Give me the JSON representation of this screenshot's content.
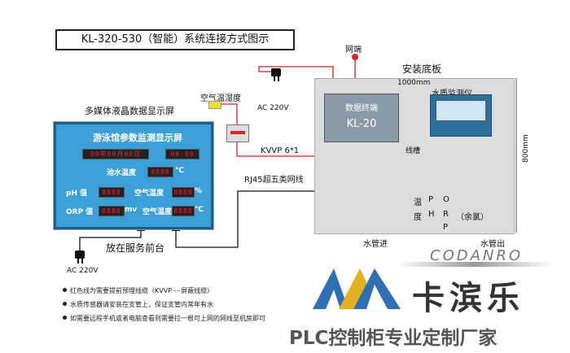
{
  "title": "KL-320-530（智能）系统连接方式图示",
  "labels": {
    "display_caption": "多媒体液晶数据显示屏",
    "air_sensor": "空气温湿度",
    "kvvp": "KVVP 6*1",
    "rj45": "RJ45超五类网线",
    "front_desk": "放在服务前台",
    "ac1": "AC 220V",
    "ac2": "AC 220V",
    "network": "网端",
    "board_title": "安装底板",
    "board_width": "1000mm",
    "board_height": "800mm",
    "terminal_line1": "数据终端",
    "terminal_line2": "KL-20",
    "monitor_title": "水质监测仪",
    "channel": "线槽",
    "sensor_col1": "温",
    "sensor_col1b": "度",
    "sensor_col2": "P",
    "sensor_col2b": "H",
    "sensor_col3": "O",
    "sensor_col3b": "R",
    "sensor_col3c": "P",
    "chlorine": "（余氯）",
    "inlet": "水管进",
    "outlet": "水管出"
  },
  "screen": {
    "title": "游泳馆参数监测显示屏",
    "date_led": "00年00月00日",
    "time_led": "00:00",
    "pool_temp_label": "池水温度",
    "pool_temp_unit": "℃",
    "ph_label": "pH 值",
    "air_temp_label": "空气温度",
    "air_temp_unit": "%",
    "orp_label": "ORP 值",
    "orp_unit": "mv",
    "air_temp2_label": "空气温度",
    "air_temp2_unit": "℃",
    "led_blank": "8888"
  },
  "notes": [
    "红色线为需要提前预埋线缆（KVVP ---屏蔽线缆）",
    "水质传感器请安装在支管上，保证支管内常年有水",
    "如需要远程手机或者电脑查看则需要拉一根可上网的网线至机房即可"
  ],
  "brand": {
    "codanro": "CODANRO",
    "name": "卡滨乐",
    "slogan": "PLC控制柜专业定制厂家"
  },
  "colors": {
    "red_line": "#d42020",
    "black_line": "#111111",
    "screen": "#3b9fd8",
    "pipe": "#4fb0e6"
  }
}
